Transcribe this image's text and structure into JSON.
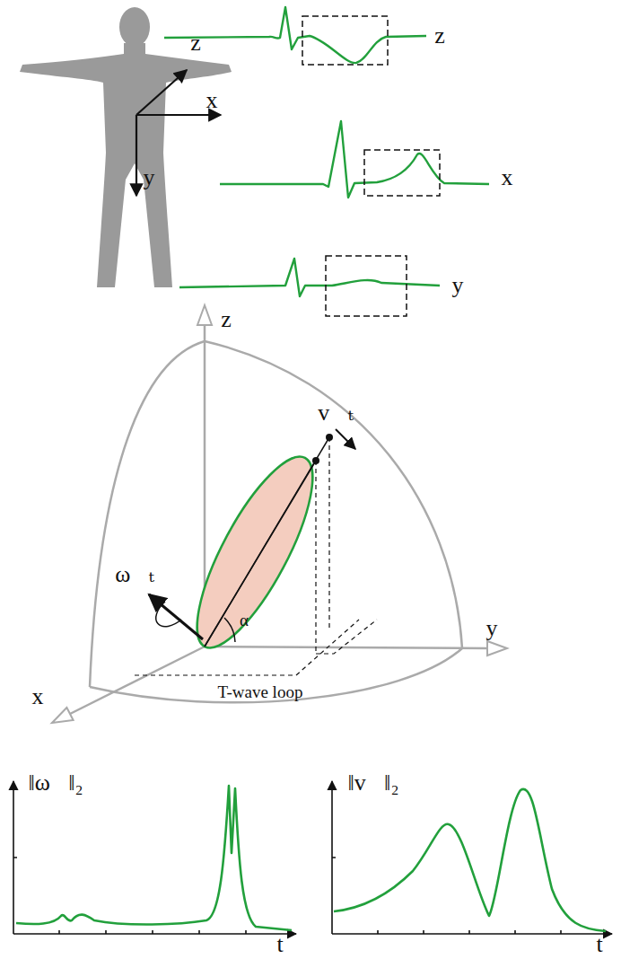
{
  "diagram": {
    "labels": [
      "z",
      "x",
      "y",
      "z",
      "x",
      "y",
      "z",
      "y",
      "x",
      "v⃗ₜ",
      "ω⃗ₜ",
      "α",
      "T-wave loop",
      "‖ω⃗‖₂",
      "t",
      "‖v⃗‖₂",
      "t"
    ]
  }
}
